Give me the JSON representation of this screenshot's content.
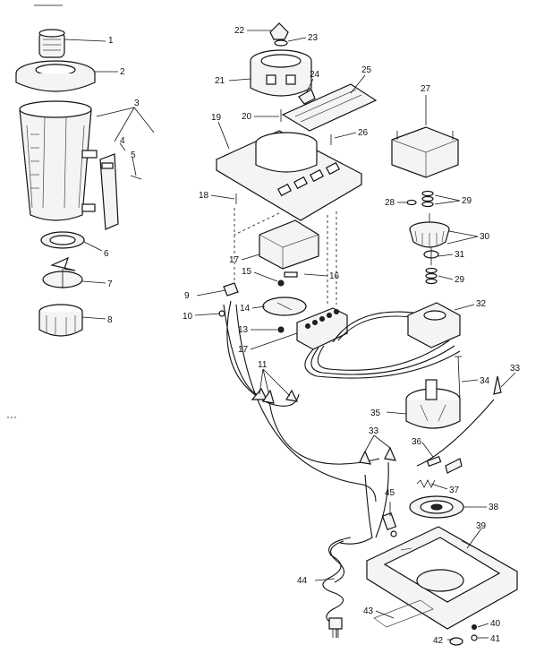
{
  "diagram": {
    "callouts": [
      "1",
      "2",
      "3",
      "4",
      "5",
      "6",
      "7",
      "8",
      "9",
      "10",
      "11",
      "13",
      "14",
      "15",
      "16",
      "17",
      "17",
      "18",
      "19",
      "20",
      "21",
      "22",
      "23",
      "24",
      "25",
      "26",
      "27",
      "28",
      "29",
      "29",
      "30",
      "31",
      "32",
      "33",
      "33",
      "34",
      "35",
      "36",
      "37",
      "38",
      "39",
      "40",
      "41",
      "42",
      "43",
      "44",
      "45"
    ]
  }
}
